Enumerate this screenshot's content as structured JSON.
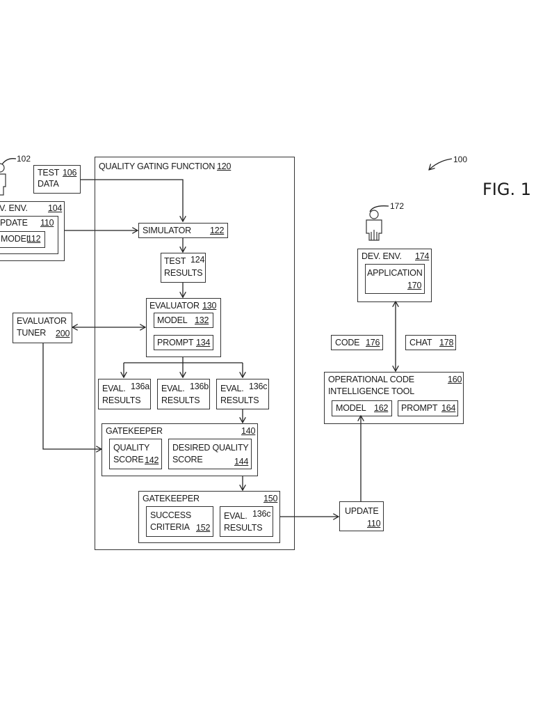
{
  "figure": {
    "title": "FIG. 1",
    "system_ref": "100"
  },
  "left": {
    "user": {
      "ref": "102"
    },
    "test_data": {
      "line1": "TEST",
      "line2": "DATA",
      "ref": "106"
    },
    "dev_env": {
      "label": "V. ENV.",
      "ref": "104",
      "update": {
        "label": "PDATE",
        "ref": "110"
      },
      "model": {
        "label": "MODEL",
        "ref": "112"
      }
    },
    "evaluator_tuner": {
      "line1": "EVALUATOR",
      "line2": "TUNER",
      "ref": "200"
    }
  },
  "quality_gating": {
    "label": "QUALITY GATING FUNCTION",
    "ref": "120",
    "simulator": {
      "label": "SIMULATOR",
      "ref": "122"
    },
    "test_results": {
      "line1": "TEST",
      "line2": "RESULTS",
      "ref": "124"
    },
    "evaluator": {
      "label": "EVALUATOR",
      "ref": "130",
      "model": {
        "label": "MODEL",
        "ref": "132"
      },
      "prompt": {
        "label": "PROMPT",
        "ref": "134"
      }
    },
    "eval_results": [
      {
        "line1": "EVAL.",
        "line2": "RESULTS",
        "ref": "136a"
      },
      {
        "line1": "EVAL.",
        "line2": "RESULTS",
        "ref": "136b"
      },
      {
        "line1": "EVAL.",
        "line2": "RESULTS",
        "ref": "136c"
      }
    ],
    "gatekeeper1": {
      "label": "GATEKEEPER",
      "ref": "140",
      "quality_score": {
        "line1": "QUALITY",
        "line2": "SCORE",
        "ref": "142"
      },
      "desired_quality_score": {
        "line1": "DESIRED QUALITY",
        "line2": "SCORE",
        "ref": "144"
      }
    },
    "gatekeeper2": {
      "label": "GATEKEEPER",
      "ref": "150",
      "success_criteria": {
        "line1": "SUCCESS",
        "line2": "CRITERIA",
        "ref": "152"
      },
      "eval_results": {
        "line1": "EVAL.",
        "line2": "RESULTS",
        "ref": "136c"
      }
    }
  },
  "right": {
    "user": {
      "ref": "172"
    },
    "dev_env": {
      "label": "DEV. ENV.",
      "ref": "174",
      "application": {
        "label": "APPLICATION",
        "ref": "170"
      }
    },
    "code": {
      "label": "CODE",
      "ref": "176"
    },
    "chat": {
      "label": "CHAT",
      "ref": "178"
    },
    "ocit": {
      "line1": "OPERATIONAL CODE",
      "line2": "INTELLIGENCE TOOL",
      "ref": "160",
      "model": {
        "label": "MODEL",
        "ref": "162"
      },
      "prompt": {
        "label": "PROMPT",
        "ref": "164"
      }
    },
    "update": {
      "label": "UPDATE",
      "ref": "110"
    }
  }
}
